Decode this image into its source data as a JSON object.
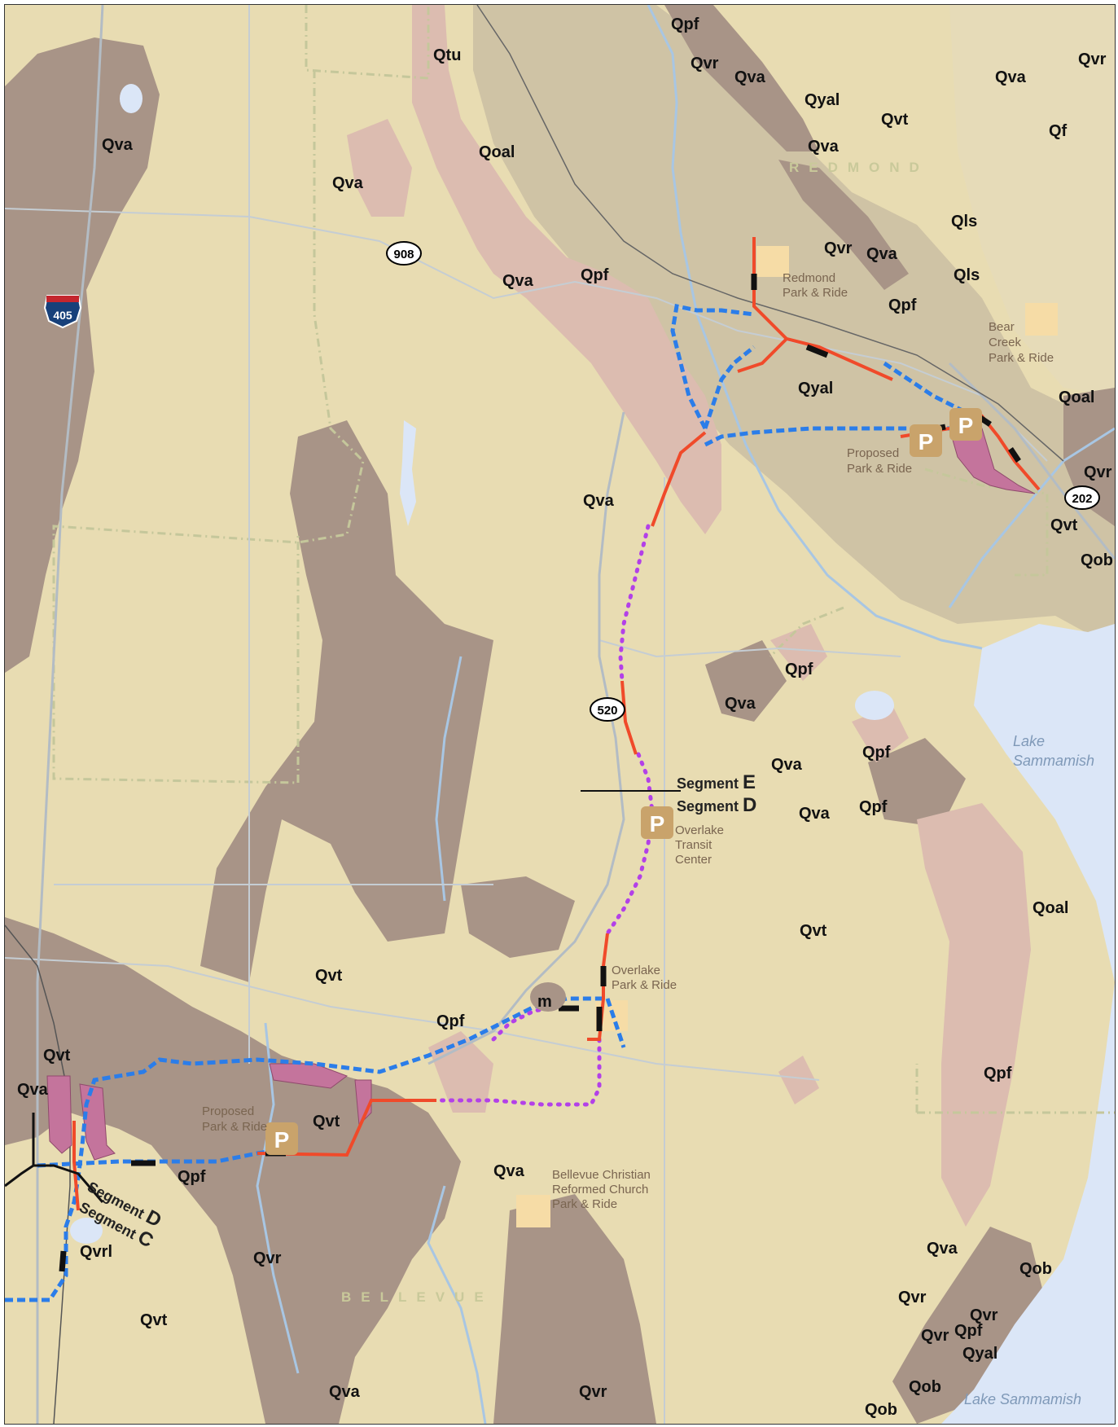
{
  "colors": {
    "base": "#e8dcb2",
    "vashon_advance": "#a89487",
    "recessional": "#c8b89a",
    "peat_alluvium": "#dcbcb0",
    "lake": "#dbe6f7",
    "river": "#a8c6e3",
    "existing_track": "#f04a2a",
    "alt_blue": "#2b7de9",
    "alt_purple": "#b340e8",
    "station_pink": "#c4749c",
    "park_ride": "#f6dca6",
    "proposed_pnr": "#c9a36b"
  },
  "highways": {
    "i405": "405",
    "sr908": "908",
    "sr520": "520",
    "sr202": "202"
  },
  "cities": {
    "redmond": "REDMOND",
    "bellevue": "BELLEVUE"
  },
  "lakes": {
    "lake_1": "Lake",
    "lake_2": "Sammamish",
    "lake_bottom": "Lake Sammamish"
  },
  "segments": {
    "segment_word": "Segment",
    "e": "E",
    "d": "D",
    "c": "C"
  },
  "facilities": {
    "redmond_pnr": [
      "Redmond",
      "Park & Ride"
    ],
    "bear_creek_pnr": [
      "Bear",
      "Creek",
      "Park & Ride"
    ],
    "proposed_pnr_east": [
      "Proposed",
      "Park & Ride"
    ],
    "proposed_pnr_west": [
      "Proposed",
      "Park & Ride"
    ],
    "overlake_tc": [
      "Overlake",
      "Transit",
      "Center"
    ],
    "overlake_pnr": [
      "Overlake",
      "Park & Ride"
    ],
    "bellevue_christian": [
      "Bellevue Christian",
      "Reformed Church",
      "Park & Ride"
    ],
    "p_symbol": "P",
    "m_marker": "m"
  },
  "geologic_units": {
    "qpf_1": "Qpf",
    "qvr_1": "Qvr",
    "qva_1": "Qva",
    "qva_2": "Qva",
    "qvr_2": "Qvr",
    "qtu": "Qtu",
    "qyal_1": "Qyal",
    "qvt_1": "Qvt",
    "qf": "Qf",
    "qva_3": "Qva",
    "qoal_1": "Qoal",
    "qva_4": "Qva",
    "qva_5": "Qva",
    "qpf_2": "Qpf",
    "qls_1": "Qls",
    "qvr_3": "Qvr",
    "qva_6": "Qva",
    "qls_2": "Qls",
    "qpf_3": "Qpf",
    "qyal_2": "Qyal",
    "qoal_2": "Qoal",
    "qvr_4": "Qvr",
    "qva_7": "Qva",
    "qvt_2": "Qvt",
    "qob_1": "Qob",
    "qva_8": "Qva",
    "qpf_4": "Qpf",
    "qva_9": "Qva",
    "qva_10": "Qva",
    "qpf_5": "Qpf",
    "qva_11": "Qva",
    "qpf_6": "Qpf",
    "qoal_3": "Qoal",
    "qvt_3": "Qvt",
    "qvt_4": "Qvt",
    "qpf_7": "Qpf",
    "qvt_5": "Qvt",
    "qva_12": "Qva",
    "qvt_6": "Qvt",
    "qpf_8": "Qpf",
    "qva_13": "Qva",
    "qpf_9": "Qpf",
    "qvrl": "Qvrl",
    "qvr_5": "Qvr",
    "qvt_7": "Qvt",
    "qva_14": "Qva",
    "qvr_6": "Qvr",
    "qva_15": "Qva",
    "qob_2": "Qob",
    "qvr_7": "Qvr",
    "qpf_10": "Qpf",
    "qvr_8": "Qvr",
    "qyal_3": "Qyal",
    "qob_3": "Qob",
    "qob_4": "Qob"
  }
}
